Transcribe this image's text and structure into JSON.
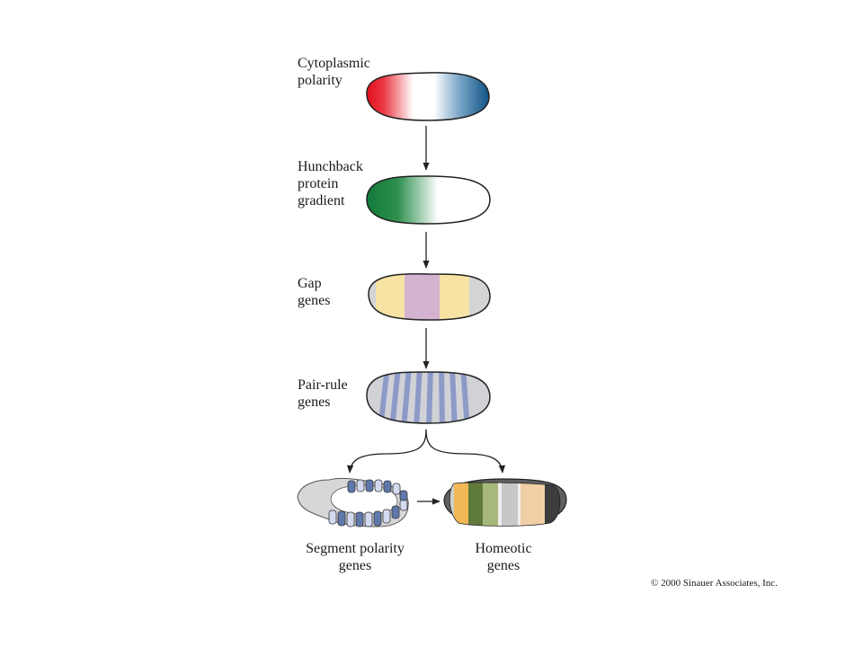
{
  "stages": [
    {
      "label": "Cytoplasmic\npolarity"
    },
    {
      "label": "Hunchback\nprotein\ngradient"
    },
    {
      "label": "Gap\ngenes"
    },
    {
      "label": "Pair-rule\ngenes"
    }
  ],
  "outcomes": [
    {
      "label": "Segment polarity\ngenes"
    },
    {
      "label": "Homeotic\ngenes"
    }
  ],
  "copyright": "© 2000 Sinauer Associates, Inc."
}
